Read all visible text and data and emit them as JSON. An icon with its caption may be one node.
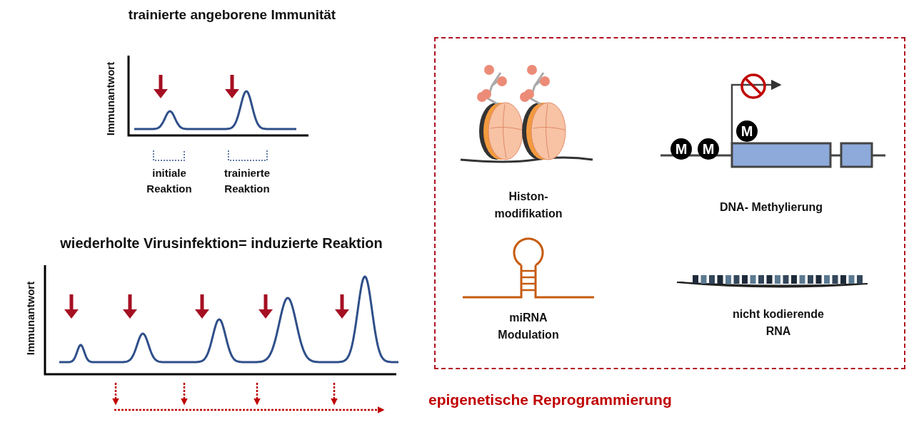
{
  "diagram": {
    "nodes": [
      {
        "text": [
          "epigenetische Reprogrammierung"
        ]
      },
      {
        "text": [
          "Histon- modifikation"
        ],
        "in": 0
      },
      {
        "text": [
          "DNA- Methylierung"
        ],
        "in": 0
      },
      {
        "text": [
          "miRNA Modulation"
        ],
        "in": 0
      },
      {
        "text": [
          "nicht kodierende RNA"
        ],
        "in": 0
      }
    ],
    "labels": [
      "trainierte angeborene Immunität",
      "Immunantwort",
      "initiale Reaktion",
      "trainierte Reaktion",
      "wiederholte Virusinfektion= induzierte Reaktion",
      "Immunantwort",
      "M",
      "M",
      "M"
    ]
  }
}
